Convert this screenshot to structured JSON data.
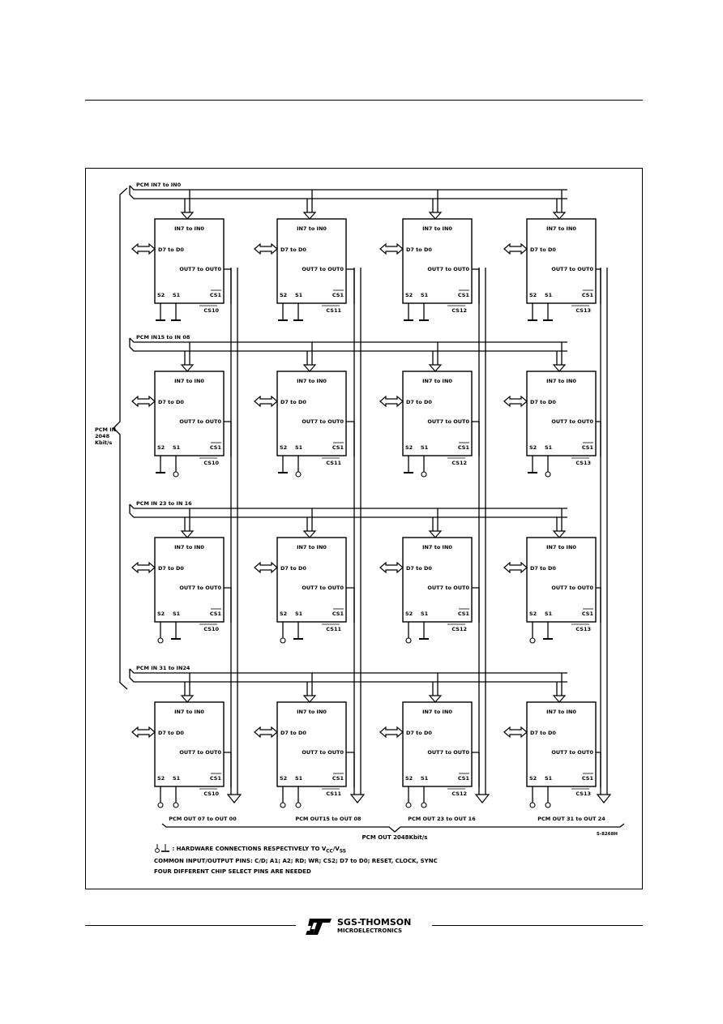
{
  "bus_labels": {
    "row_inputs": [
      "PCM IN7 to IN0",
      "PCM IN15 to IN 08",
      "PCM IN 23 to IN 16",
      "PCM IN 31 to IN24"
    ],
    "pcm_in_total": [
      "PCM IN",
      "2048",
      "Kbit/s"
    ],
    "row_outputs": [
      "PCM OUT 07 to OUT 00",
      "PCM OUT15 to OUT 08",
      "PCM OUT 23 to OUT 16",
      "PCM OUT 31 to OUT 24"
    ],
    "pcm_out_total": "PCM OUT 2048Kbit/s"
  },
  "chip": {
    "in_label": "IN7 to IN0",
    "data_label": "D7 to D0",
    "out_label": "OUT7 to OUT0",
    "s2_label": "S2",
    "s1_label": "S1",
    "cs_label": "CS1"
  },
  "chip_selects": [
    "CS10",
    "CS11",
    "CS12",
    "CS13"
  ],
  "figure_code": "S-8268H",
  "legend": {
    "hardware": ": HARDWARE  CONNECTIONS  RESPECTIVELY TO V",
    "vcc_sub": "CC",
    "vss_sep": "/V",
    "vss_sub": "SS",
    "common_pins": "COMMON INPUT/OUTPUT PINS: C/D; A1; A2; RD; WR; CS2; D7 to D0; RESET, CLOCK, SYNC",
    "chip_select": "FOUR  DIFFERENT  CHIP SELECT PINS  ARE  NEEDED"
  },
  "footer": {
    "brand_line1": "SGS-THOMSON",
    "brand_line2": "MICROELECTRONICS"
  },
  "icons": {
    "logo": "st-logo-icon",
    "ground": "ground-symbol-icon",
    "vcc": "vcc-circle-icon",
    "bus_arrow": "double-arrow-icon"
  }
}
